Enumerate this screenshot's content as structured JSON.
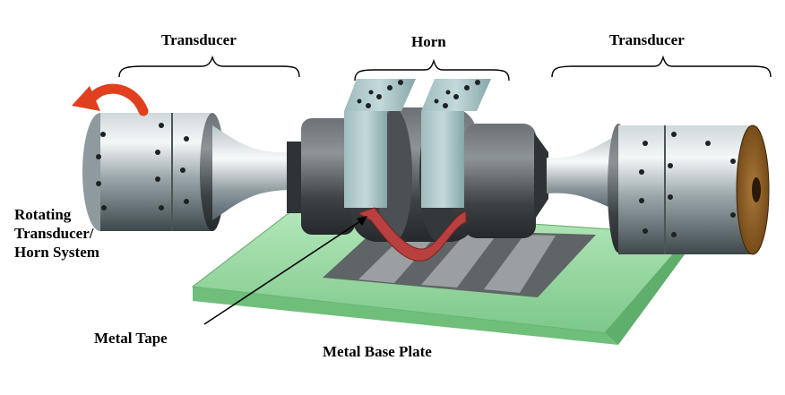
{
  "labels": {
    "transducer_left": "Transducer",
    "horn": "Horn",
    "transducer_right": "Transducer",
    "rotating_line1": "Rotating",
    "rotating_line2": "Transducer/",
    "rotating_line3": "Horn System",
    "metal_tape": "Metal Tape",
    "metal_base_plate": "Metal Base Plate"
  },
  "colors": {
    "metal_light": "#e8eef0",
    "metal_dark": "#6f7b80",
    "horn_dark": "#3f4446",
    "clamp": "#a6c4c5",
    "base_plate": "#8fd49a",
    "base_plate_edge": "#5fa86a",
    "arrow": "#e0401e",
    "tape": "#b8403e",
    "bronze": "#8a5a1c"
  }
}
